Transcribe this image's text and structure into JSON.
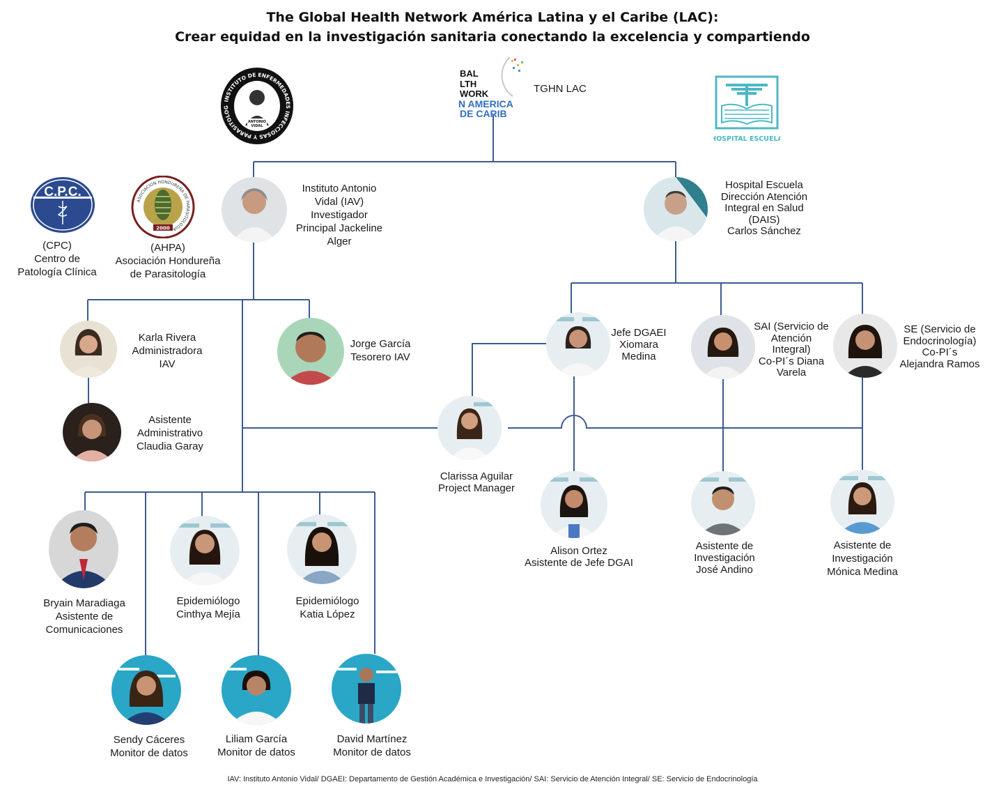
{
  "header": {
    "title_line1": "The Global Health Network América Latina y el Caribe (LAC):",
    "title_line2": "Crear equidad en la investigación sanitaria conectando la excelencia y compartiendo"
  },
  "logos": {
    "iav_seal": {
      "ring_text": "INSTITUTO DE ENFERMEDADES INFECCIOSAS Y PARASITOLOGIA",
      "name_line1": "ANTONIO",
      "name_line2": "VIDAL"
    },
    "tghn": {
      "text_lines": [
        "BAL",
        "LTH",
        "WORK"
      ],
      "blue_lines": [
        "N AMERICA",
        "DE CARIB"
      ],
      "side_label": "TGHN LAC"
    },
    "hospital_escuela": {
      "text": "HOSPITAL ESCUELA"
    },
    "cpc": {
      "text": "C.P.C."
    },
    "ahpa": {
      "ring_text": "ASOCIACION HONDUREÑA DE PARASITOLOGIA",
      "year": "2000"
    }
  },
  "partners": {
    "cpc": [
      "(CPC)",
      "Centro de",
      "Patología Clínica"
    ],
    "ahpa": [
      "(AHPA)",
      "Asociación Hondureña",
      "de Parasitología"
    ]
  },
  "people": {
    "jackeline": [
      "Instituto Antonio",
      "Vidal (IAV)",
      "Investigador",
      "Principal  Jackeline",
      "Alger"
    ],
    "carlos": [
      "Hospital Escuela",
      "Dirección Atención",
      "Integral en Salud",
      "(DAIS)",
      "Carlos Sánchez"
    ],
    "karla": [
      "Karla Rivera",
      "Administradora",
      "IAV"
    ],
    "claudia": [
      "Asistente",
      "Administrativo",
      "Claudia Garay"
    ],
    "jorge": [
      "Jorge García",
      "Tesorero IAV"
    ],
    "xiomara": [
      "Jefe DGAEI",
      "Xiomara",
      "Medina"
    ],
    "diana": [
      "SAI (Servicio de",
      "Atención",
      "Integral)",
      "Co-PI´s  Diana",
      "Varela"
    ],
    "alejandra": [
      "SE (Servicio de",
      "Endocrinología)",
      "Co-PI´s",
      "Alejandra Ramos"
    ],
    "clarissa": [
      "Clarissa Aguilar",
      "Project Manager"
    ],
    "alison": [
      "Alison Ortez",
      "Asistente de Jefe DGAI"
    ],
    "jose": [
      "Asistente de",
      "Investigación",
      "José Andino"
    ],
    "monica": [
      "Asistente de",
      "Investigación",
      "Mónica Medina"
    ],
    "bryain": [
      "Bryain Maradiaga",
      "Asistente de",
      "Comunicaciones"
    ],
    "cinthya": [
      "Epidemiólogo",
      "Cinthya Mejía"
    ],
    "katia": [
      "Epidemiólogo",
      "Katia López"
    ],
    "sendy": [
      "Sendy Cáceres",
      "Monitor de datos"
    ],
    "liliam": [
      "Liliam García",
      "Monitor de datos"
    ],
    "david": [
      "David Martínez",
      "Monitor de datos"
    ]
  },
  "footer": "IAV: Instituto Antonio Vidal/ DGAEI: Departamento de Gestión Académica e Investigación/ SAI: Servicio de Atención Integral/ SE: Servicio de Endocrinología",
  "colors": {
    "connector": "#3b5a93",
    "tghn_blue": "#2f6fbf",
    "hospital_teal": "#4cb8c4",
    "cpc_navy": "#2b4a8f"
  }
}
